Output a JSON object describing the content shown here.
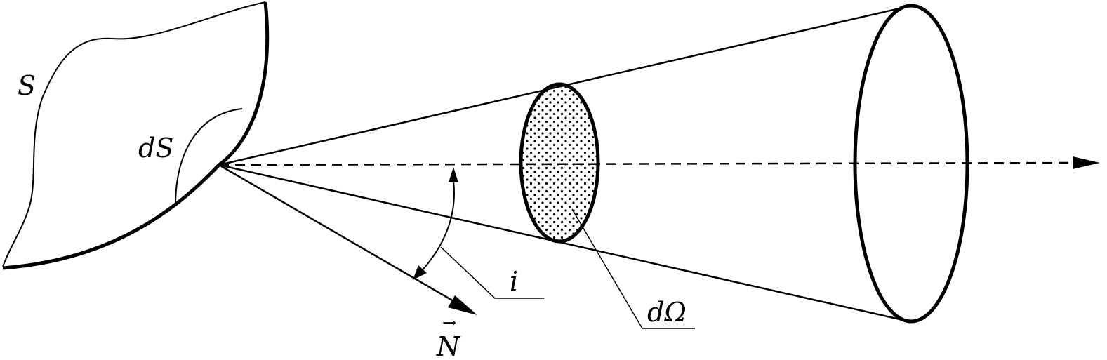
{
  "labels": {
    "surface": "S",
    "element": "dS",
    "angle": "i",
    "solid_angle": "dΩ",
    "normal": "N",
    "normal_arrow": "→"
  },
  "colors": {
    "ink": "#000000",
    "paper": "#ffffff"
  }
}
